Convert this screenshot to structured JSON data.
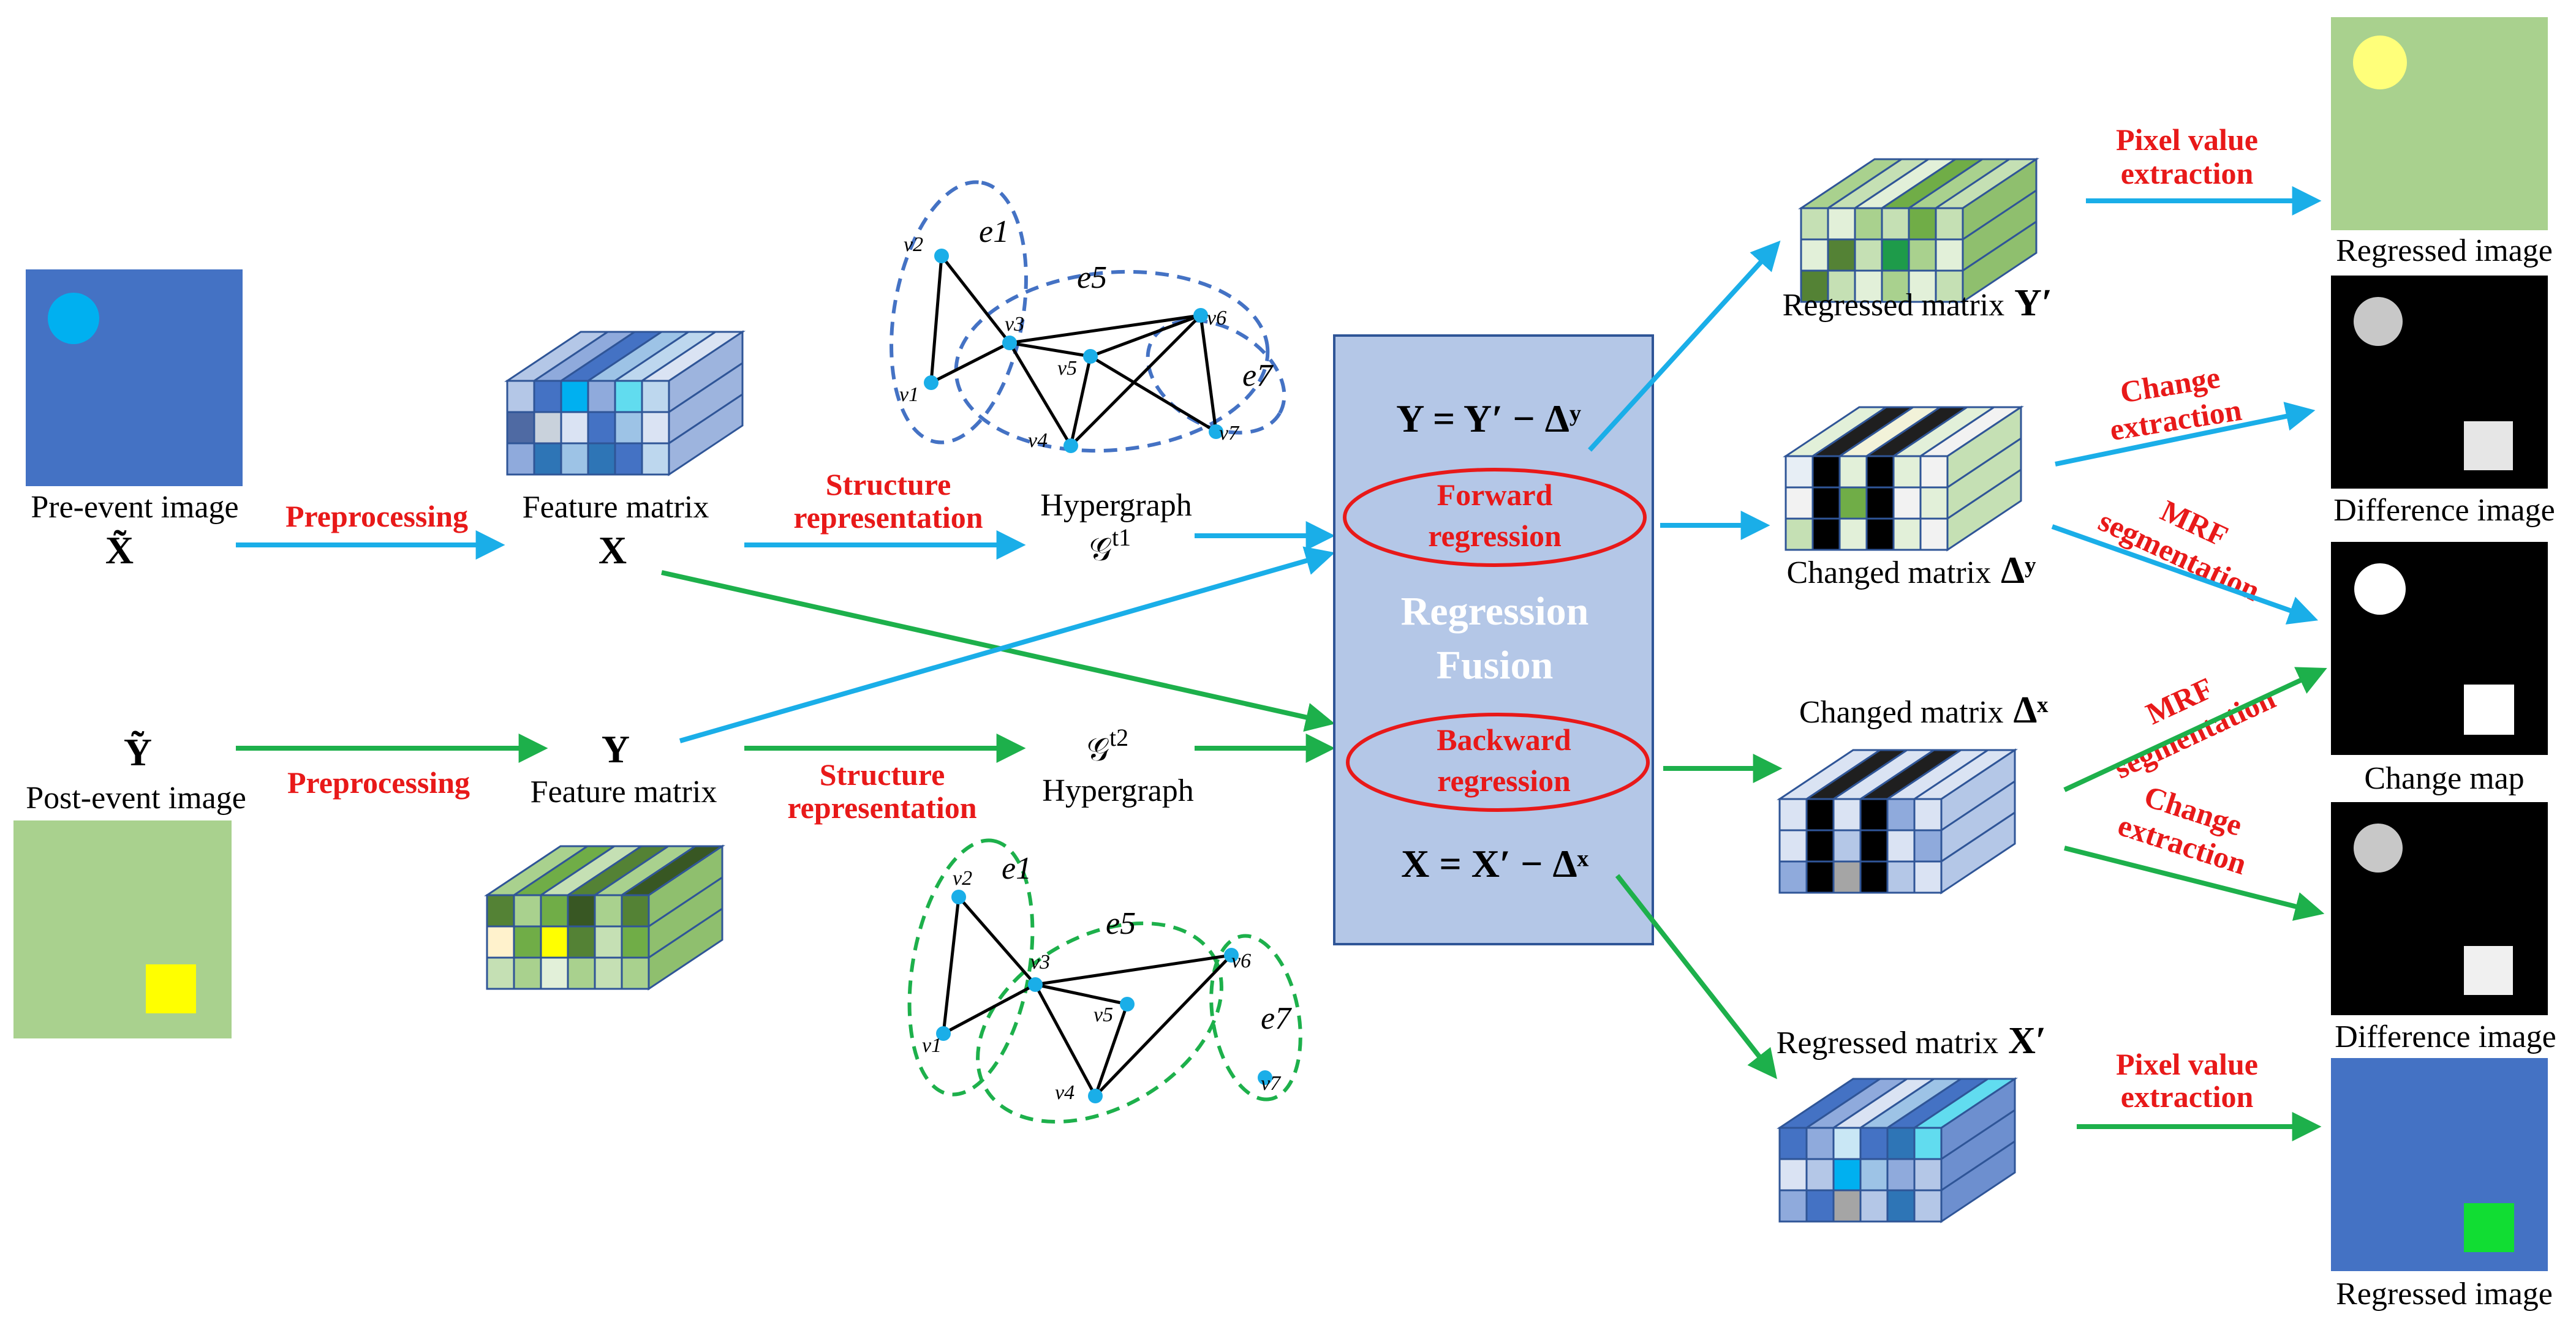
{
  "inputs": {
    "pre_event_label": "Pre-event image",
    "pre_event_symbol": "X̃",
    "post_event_label": "Post-event image",
    "post_event_symbol": "Ỹ"
  },
  "steps": {
    "preprocessing_top": "Preprocessing",
    "preprocessing_bottom": "Preprocessing",
    "structure_rep_top_line1": "Structure",
    "structure_rep_top_line2": "representation",
    "structure_rep_bottom_line1": "Structure",
    "structure_rep_bottom_line2": "representation"
  },
  "feature_matrices": {
    "x_label": "Feature matrix",
    "x_symbol": "X",
    "y_symbol": "Y",
    "y_label": "Feature matrix"
  },
  "hypergraphs": {
    "top_label": "Hypergraph",
    "top_symbol": "𝒢",
    "top_sup": "t1",
    "bottom_symbol": "𝒢",
    "bottom_sup": "t2",
    "bottom_label": "Hypergraph",
    "nodes": [
      "v1",
      "v2",
      "v3",
      "v4",
      "v5",
      "v6",
      "v7"
    ],
    "edges": [
      "e1",
      "e5",
      "e7"
    ]
  },
  "fusion": {
    "eq_top": "Y = Y′ − Δʸ",
    "forward_line1": "Forward",
    "forward_line2": "regression",
    "title_line1": "Regression",
    "title_line2": "Fusion",
    "backward_line1": "Backward",
    "backward_line2": "regression",
    "eq_bottom": "X = X′ − Δˣ"
  },
  "outputs": {
    "regressed_y_label": "Regressed matrix",
    "regressed_y_symbol": "Y′",
    "changed_y_label": "Changed matrix",
    "changed_y_symbol": "Δʸ",
    "changed_x_label": "Changed matrix",
    "changed_x_symbol": "Δˣ",
    "regressed_x_label": "Regressed matrix",
    "regressed_x_symbol": "X′"
  },
  "post_steps": {
    "pixel_top_line1": "Pixel value",
    "pixel_top_line2": "extraction",
    "change_top_line1": "Change",
    "change_top_line2": "extraction",
    "mrf_top_line1": "MRF",
    "mrf_top_line2": "segmentation",
    "mrf_bottom_line1": "MRF",
    "mrf_bottom_line2": "segmentation",
    "change_bottom_line1": "Change",
    "change_bottom_line2": "extraction",
    "pixel_bottom_line1": "Pixel value",
    "pixel_bottom_line2": "extraction"
  },
  "results": {
    "regressed_image_top": "Regressed image",
    "difference_image_top": "Difference image",
    "change_map": "Change map",
    "difference_image_bottom": "Difference image",
    "regressed_image_bottom": "Regressed image"
  },
  "colors": {
    "blue_arrow": "#1aaee8",
    "green_arrow": "#1db04b",
    "red_text": "#e81919",
    "fusion_fill": "#b4c7e7",
    "fusion_border": "#2f5597",
    "pre_image": "#4472c4",
    "post_image": "#a9d18e"
  }
}
